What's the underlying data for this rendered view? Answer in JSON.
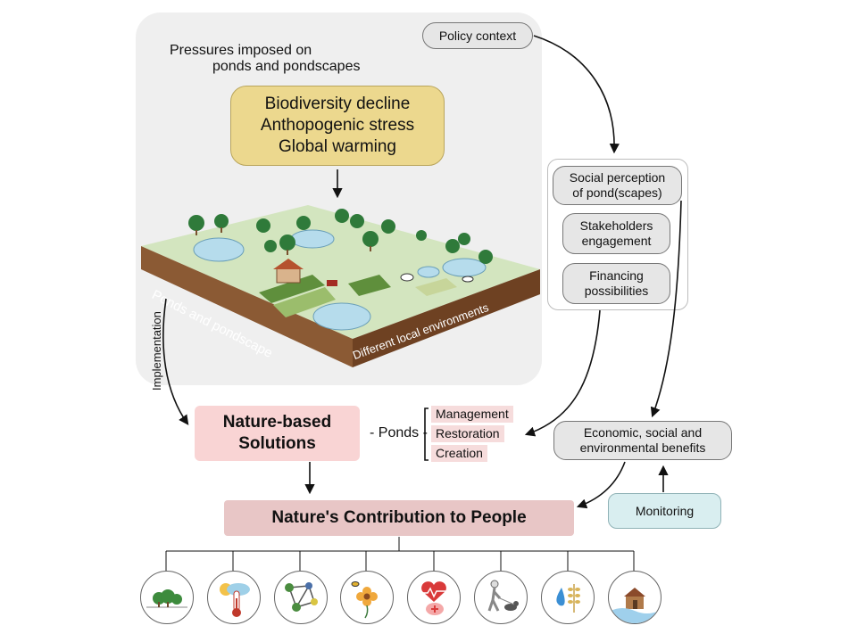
{
  "panel": {
    "title_line1": "Pressures imposed on",
    "title_line2": "ponds and pondscapes",
    "pressures": [
      "Biodiversity decline",
      "Anthopogenic stress",
      "Global warming"
    ],
    "landscape_side_left": "Ponds and pondscape",
    "landscape_side_right": "Different local environments"
  },
  "policy_context": "Policy context",
  "social_perception": [
    "Social perception",
    "of pond(scapes)"
  ],
  "stakeholders": [
    "Stakeholders",
    "engagement"
  ],
  "financing": [
    "Financing",
    "possibilities"
  ],
  "implementation": "Implementation",
  "nbs": [
    "Nature-based",
    "Solutions"
  ],
  "ponds_label": "Ponds",
  "pond_actions": [
    "Management",
    "Restoration",
    "Creation"
  ],
  "benefits": [
    "Economic, social and",
    "environmental benefits"
  ],
  "monitoring": "Monitoring",
  "ncp": "Nature's Contribution to People",
  "ncp_icons": [
    "trees-icon",
    "climate-thermometer-icon",
    "network-icon",
    "pollinator-flower-icon",
    "health-heart-brain-icon",
    "recreation-dog-walk-icon",
    "water-grain-icon",
    "flood-house-icon"
  ],
  "colors": {
    "panel_bg": "#efefef",
    "pressure_box": "#ecd88e",
    "nbs_box": "#f9d4d4",
    "ncp_box": "#e8c6c6",
    "monitoring_box": "#d9eef0",
    "pill": "#e6e6e6"
  }
}
